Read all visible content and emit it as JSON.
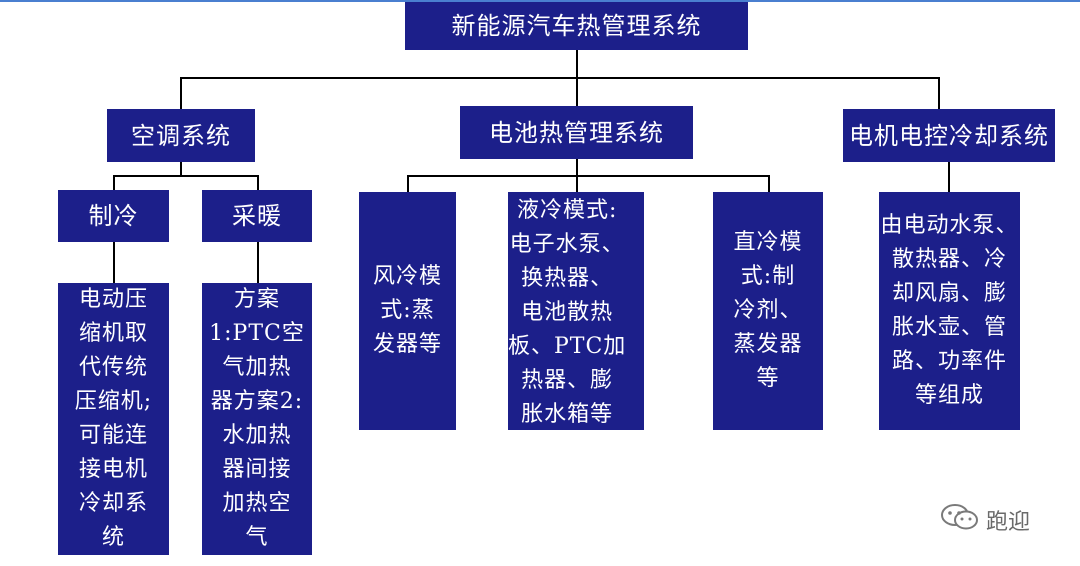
{
  "diagram": {
    "root": "新能源汽车热管理系统",
    "branches": [
      {
        "label": "空调系统",
        "children": [
          {
            "label": "制冷",
            "detail": "电动压\n缩机取\n代传统\n压缩机;\n可能连\n接电机\n冷却系\n统"
          },
          {
            "label": "采暖",
            "detail": "方案\n1:PTC空\n气加热\n器方案2:\n水加热\n器间接\n加热空\n气"
          }
        ]
      },
      {
        "label": "电池热管理系统",
        "children": [
          {
            "detail": "风冷模\n式:蒸\n发器等"
          },
          {
            "detail": "液冷模式:\n电子水泵、\n换热器、\n电池散热\n板、PTC加\n热器、膨\n胀水箱等"
          },
          {
            "detail": "直冷模\n式:制\n冷剂、\n蒸发器\n等"
          }
        ]
      },
      {
        "label": "电机电控冷却系统",
        "children": [
          {
            "detail": "由电动水泵、\n散热器、冷\n却风扇、膨\n胀水壶、管\n路、功率件\n等组成"
          }
        ]
      }
    ]
  },
  "watermark": {
    "text": "跑迎",
    "icon": "wechat-icon"
  },
  "colors": {
    "box": "#1c1f8a",
    "text": "#ffffff",
    "line": "#000000"
  }
}
